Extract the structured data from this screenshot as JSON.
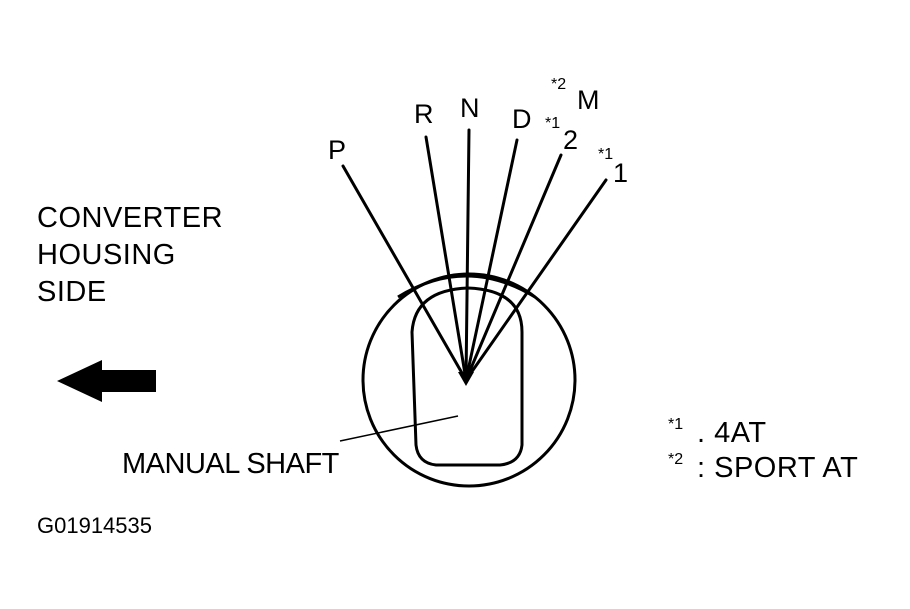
{
  "side_label": [
    "CONVERTER",
    "HOUSING",
    "SIDE"
  ],
  "shaft_label": "MANUAL SHAFT",
  "positions": {
    "p": "P",
    "r": "R",
    "n": "N",
    "d": "D",
    "two": "2",
    "two_mark": "*1",
    "one": "1",
    "one_mark": "*1",
    "m": "M",
    "m_mark": "*2"
  },
  "notes": [
    {
      "mark": "*1",
      "text": ". 4AT"
    },
    {
      "mark": "*2",
      "text": ": SPORT AT"
    }
  ],
  "figure_id": "G01914535"
}
